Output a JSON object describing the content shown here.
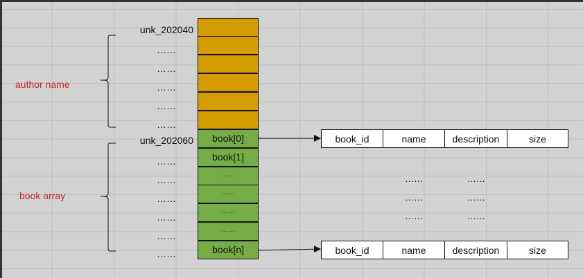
{
  "groups": {
    "author": "author name",
    "book": "book array"
  },
  "author_rows": [
    "unk_202040",
    "……",
    "……",
    "……",
    "……",
    "……"
  ],
  "book_rows": [
    "unk_202060",
    "……",
    "……",
    "……",
    "……",
    "……",
    "……"
  ],
  "author_cells": [
    "",
    "",
    "",
    "",
    "",
    ""
  ],
  "book_cells": [
    "book[0]",
    "book[1]",
    "……",
    "……",
    "……",
    "……",
    "book[n]"
  ],
  "struct_fields": [
    "book_id",
    "name",
    "description",
    "size"
  ],
  "struct_dots": [
    "……",
    "……"
  ],
  "colors": {
    "author_cell": "#d59d00",
    "book_cell": "#76ac46",
    "group_label": "#c62828"
  }
}
